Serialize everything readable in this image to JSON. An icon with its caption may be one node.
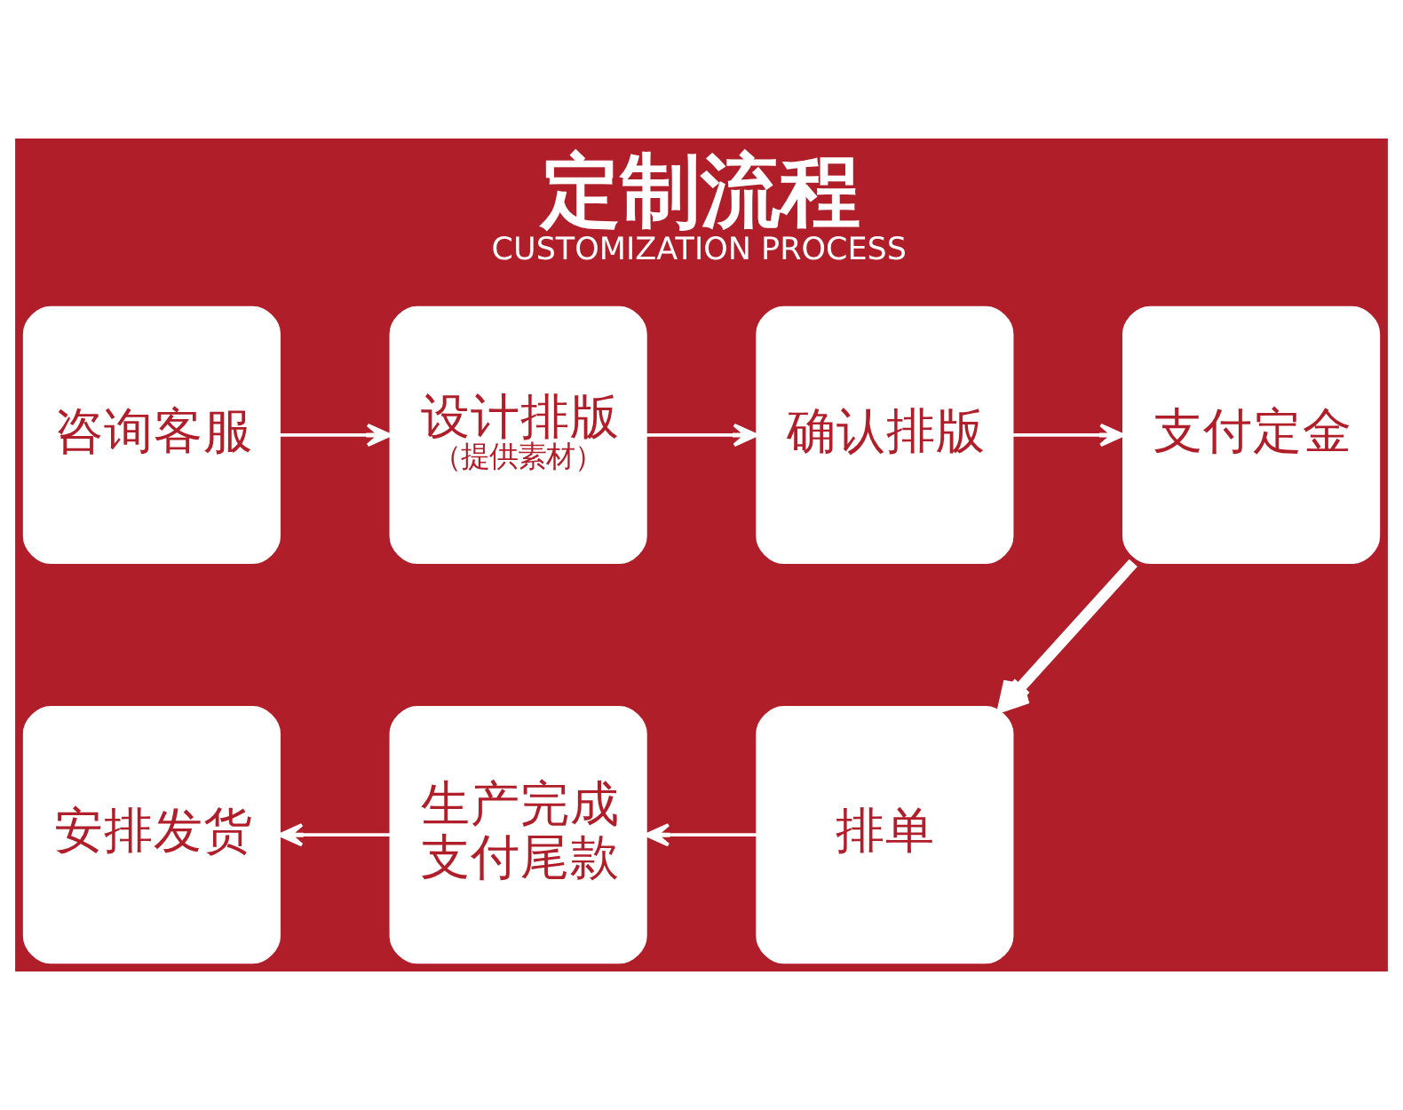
{
  "diagram": {
    "title": "定制流程",
    "caption": "CUSTOMIZATION PROCESS",
    "nodes": [
      {
        "text": [
          "咨询客服"
        ]
      },
      {
        "text": [
          "设计排版",
          "（提供素材）"
        ]
      },
      {
        "text": [
          "确认排版"
        ]
      },
      {
        "text": [
          "支付定金"
        ]
      },
      {
        "text": [
          "安排发货"
        ]
      },
      {
        "text": [
          "生产完成支付尾款"
        ]
      },
      {
        "text": [
          "排单"
        ]
      }
    ],
    "edges": [
      {
        "from": 0,
        "to": 1,
        "arrow": "to"
      },
      {
        "from": 1,
        "to": 2,
        "arrow": "to"
      },
      {
        "from": 2,
        "to": 3,
        "arrow": "to"
      },
      {
        "from": 3,
        "to": 6,
        "arrow": "to",
        "style": "thick"
      },
      {
        "from": 6,
        "to": 5,
        "arrow": "to"
      },
      {
        "from": 5,
        "to": 4,
        "arrow": "to"
      }
    ]
  }
}
